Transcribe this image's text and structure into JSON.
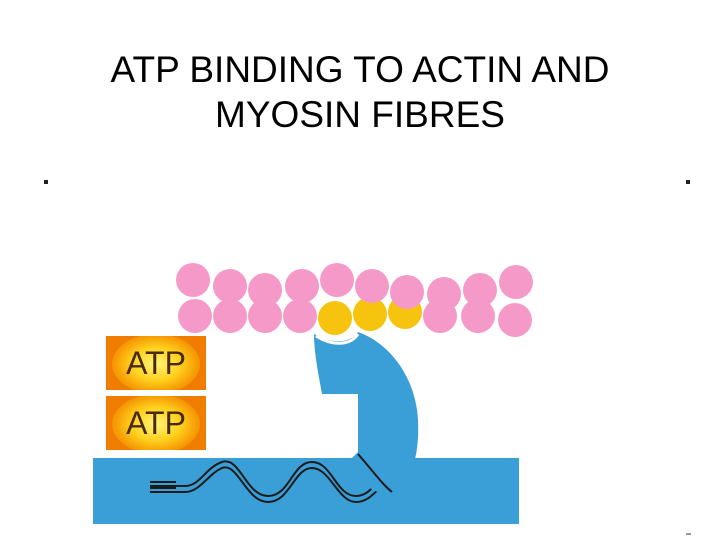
{
  "title": {
    "line1": "ATP BINDING TO ACTIN AND",
    "line2": "MYOSIN FIBRES"
  },
  "atp_cards": [
    {
      "label": "ATP"
    },
    {
      "label": "ATP"
    }
  ],
  "colors": {
    "actin_pink": "#f59ac8",
    "binding_site_yellow": "#f6c40e",
    "myosin_blue": "#3a9fd6",
    "atp_orange": "#f07c00",
    "atp_glow": "#ffe04a"
  }
}
